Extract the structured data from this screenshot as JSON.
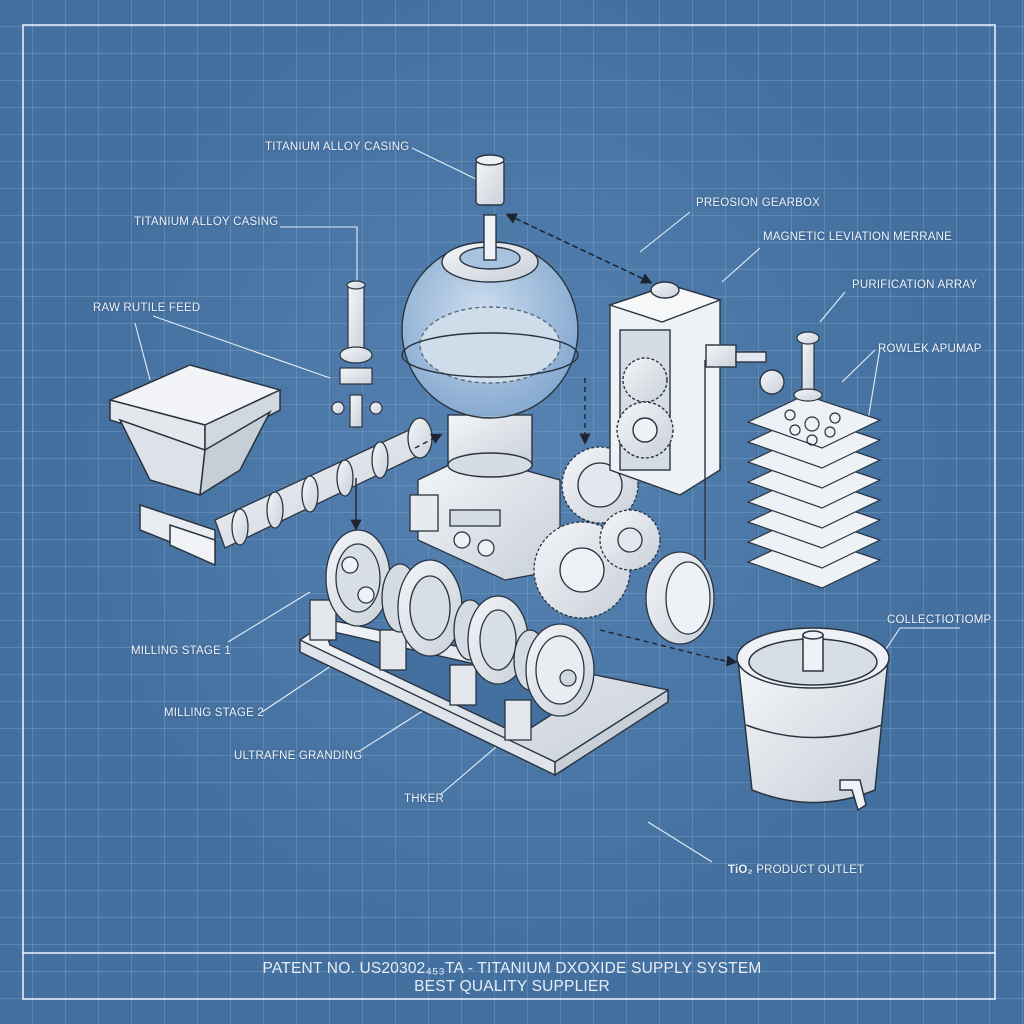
{
  "diagram": {
    "style": "isometric blueprint technical illustration",
    "colors": {
      "background": "#44709f",
      "grid": "#a9c6e6",
      "line": "#e1ecf8",
      "part_fill": "#e8ecf1",
      "part_stroke": "#2a3440"
    },
    "labels": {
      "titanium_alloy_casing_top": "TITANIUM ALLOY CASING",
      "titanium_alloy_casing_left": "TITANIUM ALLOY CASING",
      "raw_rutile_feed": "RAW RUTILE FEED",
      "precision_gearbox": "PREOSION GEARBOX",
      "magnetic_levitation": "MAGNETIC LEVIATION MERRANE",
      "purification_array": "PURIFICATION ARRAY",
      "powder_pump": "ROWLEK APUMAP",
      "collection": "COLLECTIOTIOMP",
      "milling_stage_1": "MILLING STAGE 1",
      "milling_stage_2": "MILLING STAGE 2",
      "ultrafine_grinding": "ULTRAFNE GRANDING",
      "thicker": "THKER",
      "product_outlet_prefix": "TiO₂",
      "product_outlet": "PRODUCT OUTLET"
    },
    "components": [
      "feed hopper",
      "screw conveyor",
      "spherical reactor vessel",
      "top motor",
      "valve assembly",
      "precision gearbox",
      "central gear train",
      "milling drums",
      "base frame",
      "purification plate stack",
      "collection tank"
    ],
    "title_block": {
      "line1": "PATENT NO. US20302₄₅₃TA - TITANIUM DXOXIDE SUPPLY SYSTEM",
      "line2": "BEST QUALITY SUPPLIER"
    }
  }
}
